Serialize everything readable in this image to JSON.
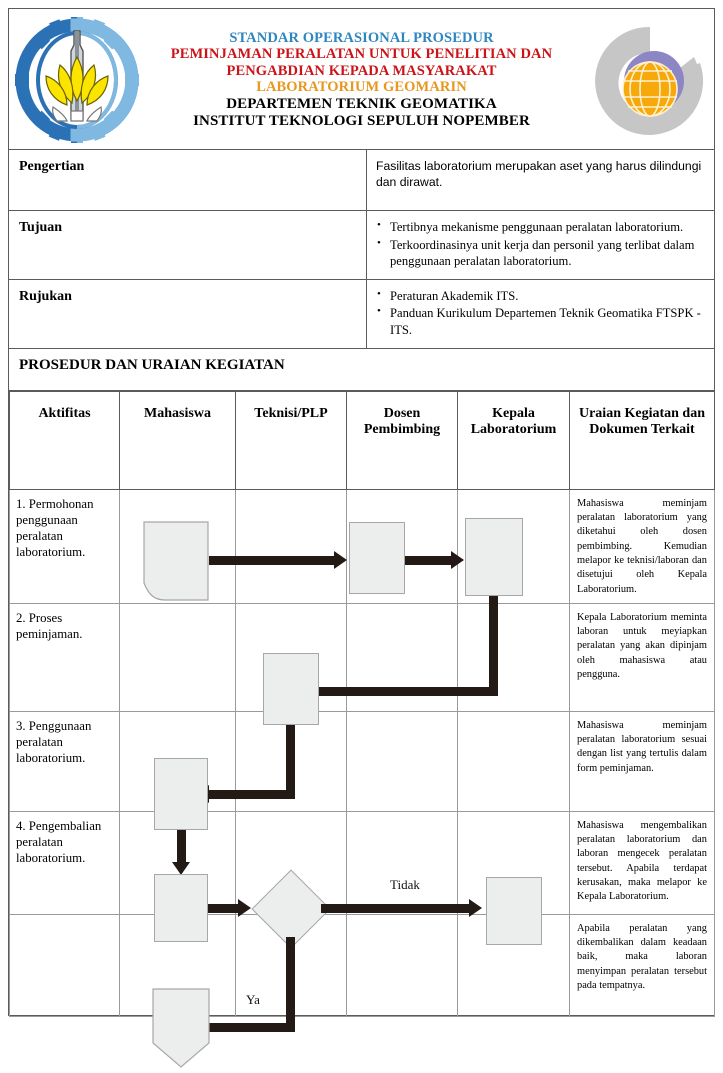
{
  "header": {
    "title_lines": [
      {
        "text": "STANDAR OPERASIONAL PROSEDUR",
        "color": "#2f86bf"
      },
      {
        "text": "PEMINJAMAN PERALATAN UNTUK PENELITIAN DAN",
        "color": "#cc1418"
      },
      {
        "text": "PENGABDIAN KEPADA MASYARAKAT",
        "color": "#cc1418"
      },
      {
        "text": "LABORATORIUM GEOMARIN",
        "color": "#e8971e"
      },
      {
        "text": "DEPARTEMEN TEKNIK GEOMATIKA",
        "color": "#000000"
      },
      {
        "text": "INSTITUT TEKNOLOGI SEPULUH NOPEMBER",
        "color": "#000000"
      }
    ],
    "left_logo": "its-logo",
    "right_logo": "geomatika-logo"
  },
  "info": {
    "rows": [
      {
        "label": "Pengertian",
        "type": "paragraph",
        "text": "Fasilitas laboratorium merupakan aset yang harus dilindungi dan dirawat."
      },
      {
        "label": "Tujuan",
        "type": "bullets",
        "items": [
          "Tertibnya mekanisme penggunaan peralatan laboratorium.",
          "Terkoordinasinya unit kerja dan personil yang terlibat dalam penggunaan peralatan laboratorium."
        ]
      },
      {
        "label": "Rujukan",
        "type": "bullets",
        "items": [
          "Peraturan Akademik ITS.",
          "Panduan Kurikulum Departemen Teknik Geomatika FTSPK -ITS."
        ]
      }
    ]
  },
  "section": {
    "title": "PROSEDUR DAN URAIAN KEGIATAN"
  },
  "flow": {
    "columns": [
      "Aktifitas",
      "Mahasiswa",
      "Teknisi/PLP",
      "Dosen Pembimbing",
      "Kepala Laboratorium",
      "Uraian Kegiatan dan Dokumen Terkait"
    ],
    "rows": [
      {
        "activity": "1. Permohonan penggunaan peralatan laboratorium.",
        "description": "Mahasiswa meminjam peralatan laboratorium yang diketahui oleh dosen pembimbing. Kemudian melapor ke teknisi/laboran dan disetujui oleh Kepala Laboratorium."
      },
      {
        "activity": "2. Proses peminjaman.",
        "description": "Kepala Laboratorium meminta laboran untuk meyiapkan peralatan yang akan dipinjam oleh mahasiswa atau pengguna."
      },
      {
        "activity": "3. Penggunaan peralatan laboratorium.",
        "description": "Mahasiswa meminjam peralatan laboratorium sesuai dengan list yang tertulis dalam form peminjaman."
      },
      {
        "activity": "4. Pengembalian peralatan laboratorium.",
        "description": "Mahasiswa mengembalikan peralatan laboratorium dan laboran mengecek peralatan tersebut. Apabila terdapat kerusakan, maka melapor ke Kepala Laboratorium."
      },
      {
        "activity": "",
        "description": "Apabila peralatan yang dikembalikan dalam keadaan baik, maka laboran menyimpan peralatan tersebut pada tempatnya."
      }
    ],
    "decision_labels": {
      "no": "Tidak",
      "yes": "Ya"
    },
    "colors": {
      "shape_fill": "#eceded",
      "shape_stroke": "#a7a7a7",
      "connector": "#231a16",
      "grid": "#9a9a9a"
    }
  }
}
